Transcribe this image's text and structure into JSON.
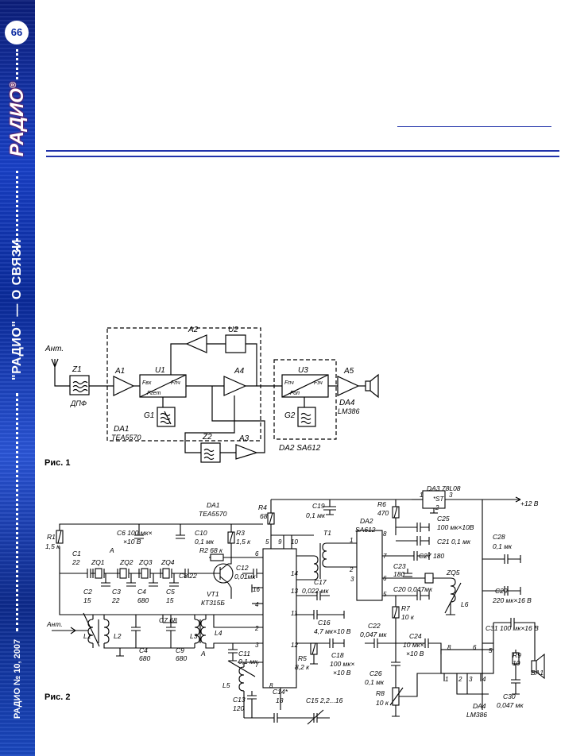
{
  "sidebar": {
    "page_number": "66",
    "logo": "РАДИО",
    "logo_mark": "®",
    "series": "\"РАДИО\" — О СВЯЗИ",
    "issue": "РАДИО № 10, 2007"
  },
  "fig1": {
    "caption": "Рис. 1",
    "ant": "Ант.",
    "z1": "Z1",
    "dpf": "ДПФ",
    "a1": "A1",
    "u1": "U1",
    "a2": "A2",
    "u2": "U2",
    "a4": "A4",
    "fvh": "Fвх",
    "fget": "Fгет",
    "fpch": "Fпч",
    "g1": "G1",
    "da1": "DA1",
    "tea": "TEA5570",
    "z2": "Z2",
    "a3": "A3",
    "u3": "U3",
    "fpch2": "Fпч",
    "fop": "Fоп",
    "fzch": "Fзч",
    "g2": "G2",
    "da2": "DA2 SA612",
    "a5": "A5",
    "da4": "DA4",
    "lm": "LM386"
  },
  "fig2": {
    "caption": "Рис. 2",
    "labels": {
      "da3": "DA3 78L08",
      "st": "*ST",
      "v12": "+12 В",
      "da1": "DA1",
      "tea": "TEA5570",
      "r4": "R4",
      "r4v": "68",
      "c19": "C19",
      "c19v": "0,1 мк",
      "r6": "R6",
      "r6v": "470",
      "da2": "DA2",
      "sa": "SA612",
      "c25": "C25",
      "c25v": "100 мк×10В",
      "c21": "C21 0,1 мк",
      "c28": "C28",
      "c28v": "0,1 мк",
      "c6": "C6 100 мк×",
      "c6v": "×10 В",
      "c10": "C10",
      "c10v": "0,1 мк",
      "r3": "R3",
      "r3v": "1,5 к",
      "r1": "R1",
      "r1v": "1,5 к",
      "c1": "C1",
      "c1v": "22",
      "zq1": "ZQ1",
      "zq2": "ZQ2",
      "zq3": "ZQ3",
      "zq4": "ZQ4",
      "c8": "C8 22",
      "r2": "R2 68 к",
      "c12": "C12",
      "c12v": "0,01мк",
      "vt1": "VT1",
      "kt": "КТ315Б",
      "c2": "C2",
      "c2v": "15",
      "c3": "C3",
      "c3v": "22",
      "c4": "C4",
      "c4v": "680",
      "c5": "C5",
      "c5v": "15",
      "t1": "T1",
      "c27": "C27 180",
      "c23": "C23",
      "c23v": "180",
      "zq5": "ZQ5",
      "c20": "C20 0,047мк",
      "l6": "L6",
      "c29": "C29",
      "c29v": "220 мк×16 В",
      "c17": "C17",
      "c17v": "0,022 мк",
      "r7": "R7",
      "r7v": "10 к",
      "c16": "C16",
      "c16v": "4,7 мк×10 В",
      "c22": "C22",
      "c22v": "0,047 мк",
      "c24": "C24",
      "c24v": "10 мк×",
      "c24v2": "×10 В",
      "c31": "C31 100 мк×16 В",
      "ant": "Ант.",
      "l1": "L1",
      "l2": "L2",
      "c7": "C7 68",
      "c9": "C9",
      "c9v": "680",
      "l3": "L3",
      "l4": "L4",
      "c11": "C11",
      "c11v": "0,1 мк",
      "r5": "R5",
      "r5v": "8,2 к",
      "c18": "C18",
      "c18v": "100 мк×",
      "c18v2": "×10 В",
      "c26": "C26",
      "c26v": "0,1 мк",
      "r9": "R9",
      "r9v": "10",
      "ba1": "BA1",
      "l5": "L5",
      "c13": "C13",
      "c13v": "120",
      "c14": "C14*",
      "c14v": "18",
      "c15": "C15 2,2...16",
      "r8": "R8",
      "r8v": "10 к",
      "da4": "DA4",
      "lm": "LM386",
      "c30": "C30",
      "c30v": "0,047 мк",
      "a": "A",
      "a2": "A"
    }
  }
}
